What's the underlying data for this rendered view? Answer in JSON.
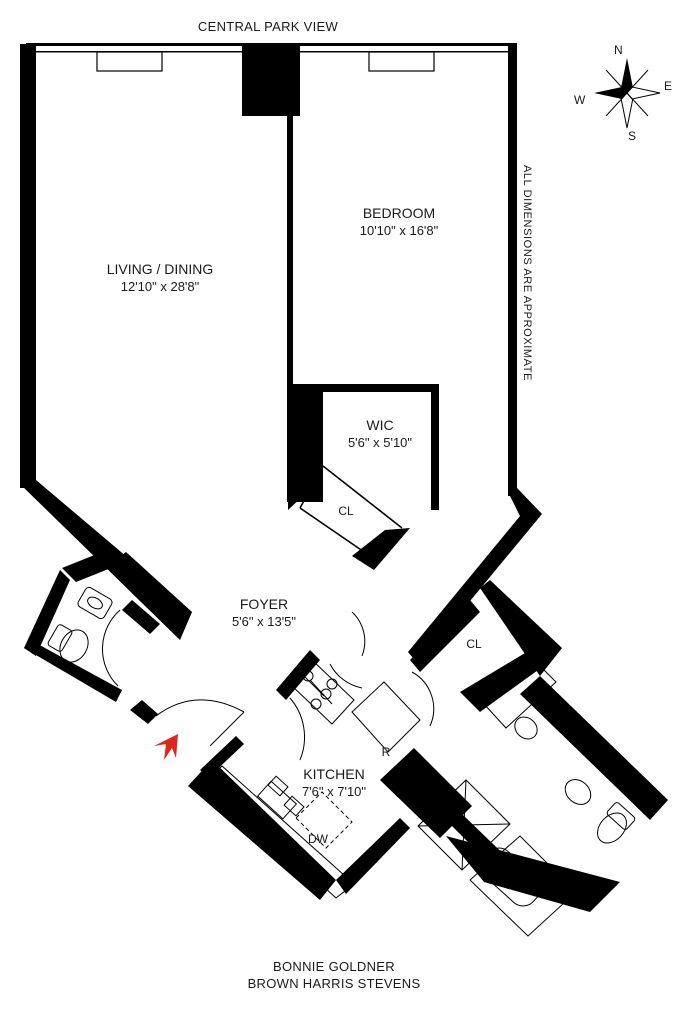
{
  "header": {
    "view_label": "CENTRAL PARK VIEW"
  },
  "side_note": "ALL DIMENSIONS ARE APPROXIMATE",
  "compass": {
    "n": "N",
    "e": "E",
    "s": "S",
    "w": "W"
  },
  "rooms": {
    "living": {
      "name": "LIVING / DINING",
      "dims": "12'10\" x 28'8\""
    },
    "bedroom": {
      "name": "BEDROOM",
      "dims": "10'10\" x 16'8\""
    },
    "wic": {
      "name": "WIC",
      "dims": "5'6\" x 5'10\""
    },
    "foyer": {
      "name": "FOYER",
      "dims": "5'6\" x 13'5\""
    },
    "kitchen": {
      "name": "KITCHEN",
      "dims": "7'6\" x 7'10\""
    }
  },
  "fixtures": {
    "closet_1": "CL",
    "closet_2": "CL",
    "fridge": "R",
    "dishwasher": "DW"
  },
  "footer": {
    "line1": "BONNIE GOLDNER",
    "line2": "BROWN HARRIS STEVENS"
  },
  "colors": {
    "entry_arrow": "#e0261b",
    "walls": "#000000"
  }
}
